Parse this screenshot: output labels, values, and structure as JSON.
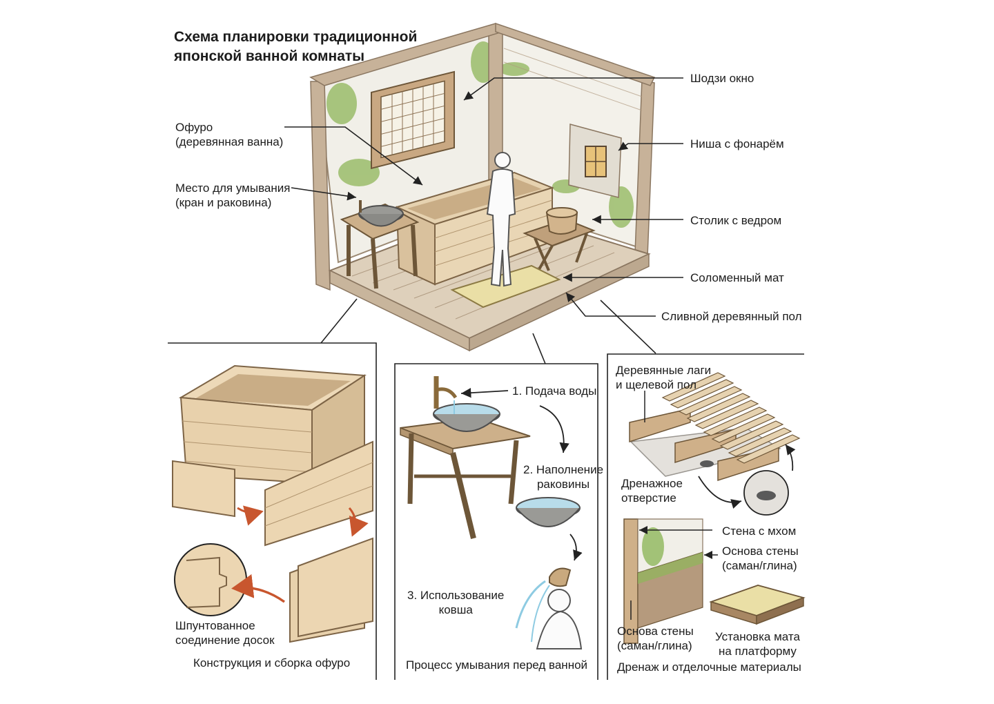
{
  "title": {
    "line1": "Схема планировки традиционной",
    "line2": "японской ванной комнаты"
  },
  "main_labels": {
    "ofuro_1": "Офуро",
    "ofuro_2": "(деревянная ванна)",
    "wash_1": "Место для умывания",
    "wash_2": "(кран и раковина)",
    "shoji": "Шодзи окно",
    "niche": "Ниша с фонарём",
    "stool": "Столик с ведром",
    "mat": "Соломенный мат",
    "floor": "Сливной деревянный пол"
  },
  "panel_ofuro": {
    "joint_1": "Шпунтованное",
    "joint_2": "соединение досок",
    "caption": "Конструкция и сборка офуро"
  },
  "panel_wash": {
    "step1": "1. Подача воды",
    "step2_1": "2. Наполнение",
    "step2_2": "раковины",
    "step3_1": "3. Использование",
    "step3_2": "ковша",
    "caption": "Процесс умывания перед ванной"
  },
  "panel_drain": {
    "joists_1": "Деревянные лаги",
    "joists_2": "и щелевой пол",
    "hole_1": "Дренажное",
    "hole_2": "отверстие",
    "moss": "Стена с мхом",
    "base_1": "Основа стены",
    "base_2": "(саман/глина)",
    "base2_1": "Основа стены",
    "base2_2": "(саман/глина)",
    "mat_1": "Установка мата",
    "mat_2": "на платформу",
    "caption": "Дренаж и отделочные материалы"
  },
  "colors": {
    "wood_light": "#e8d4b4",
    "wood_mid": "#cfb089",
    "wood_dark": "#a88763",
    "frame": "#b9a38a",
    "wall": "#f1efe8",
    "moss": "#8fb65a",
    "stone": "#9a9a96",
    "water": "#b8dcea",
    "arrow_orange": "#c8562e",
    "line": "#222222"
  }
}
